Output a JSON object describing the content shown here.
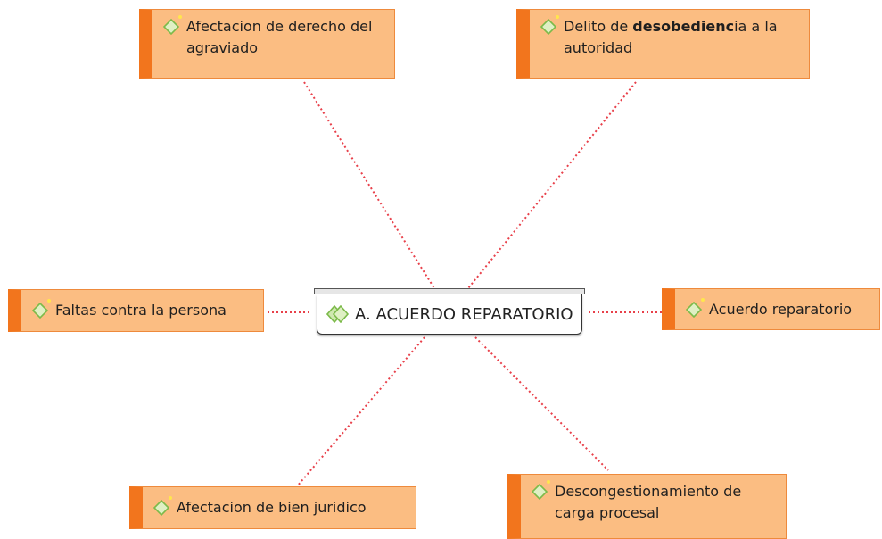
{
  "center": {
    "title": "A. ACUERDO REPARATORIO",
    "icon": "double-diamond-icon"
  },
  "nodes": [
    {
      "id": "afectacion-derecho",
      "lines": [
        "Afectacion de derecho del",
        "agraviado"
      ],
      "icon": "diamond-icon"
    },
    {
      "id": "delito-desobediencia",
      "prefix": "Delito de ",
      "emphasis": "desobedienc",
      "suffix": "ia a la",
      "line2": "autoridad",
      "icon": "diamond-icon"
    },
    {
      "id": "faltas-persona",
      "text": "Faltas contra la persona",
      "icon": "diamond-icon"
    },
    {
      "id": "acuerdo-reparatorio",
      "text": "Acuerdo reparatorio",
      "icon": "diamond-icon"
    },
    {
      "id": "afectacion-bien",
      "text": "Afectacion de bien juridico",
      "icon": "diamond-icon"
    },
    {
      "id": "descongestionamiento",
      "lines": [
        "Descongestionamiento de",
        "carga procesal"
      ],
      "icon": "diamond-icon"
    }
  ],
  "colors": {
    "node_fill": "#fbbd82",
    "node_accent": "#f2751d",
    "connector": "#e8404a",
    "icon_fill": "#dff0c4",
    "icon_stroke": "#7cba4a"
  }
}
